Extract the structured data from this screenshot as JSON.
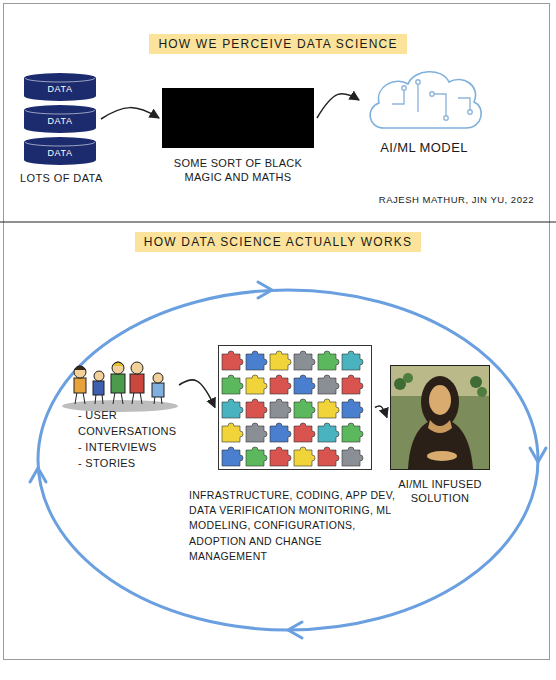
{
  "diagram": {
    "nodes": [
      {
        "text": [
          "HOW WE PERCEIVE DATA SCIENCE"
        ]
      },
      {
        "text": [
          "DATA"
        ]
      },
      {
        "text": [
          "DATA"
        ]
      },
      {
        "text": [
          "DATA"
        ]
      },
      {
        "text": [
          "SOME SORT OF BLACK MAGIC AND MATHS"
        ]
      },
      {
        "text": [
          "AI/ML MODEL"
        ]
      },
      {
        "text": [
          "HOW DATA SCIENCE ACTUALLY WORKS"
        ]
      },
      {
        "text": [
          "- USER CONVERSATIONS",
          "- INTERVIEWS",
          "- STORIES"
        ]
      },
      {
        "text": [
          "INFRASTRUCTURE, CODING, APP DEV, DATA VERIFICATION MONITORING, ML MODELING, CONFIGURATIONS, ADOPTION AND CHANGE MANAGEMENT"
        ]
      },
      {
        "text": [
          "AI/ML INFUSED SOLUTION"
        ]
      }
    ],
    "edges": [
      {
        "from": 2,
        "to": 4,
        "arrow": "to"
      },
      {
        "from": 4,
        "to": 5,
        "arrow": "to"
      },
      {
        "from": 7,
        "to": 8,
        "arrow": "to"
      },
      {
        "from": 8,
        "to": 9,
        "arrow": "to"
      }
    ],
    "labels": [
      "LOTS OF DATA",
      "RAJESH MATHUR, JIN YU, 2022"
    ]
  }
}
